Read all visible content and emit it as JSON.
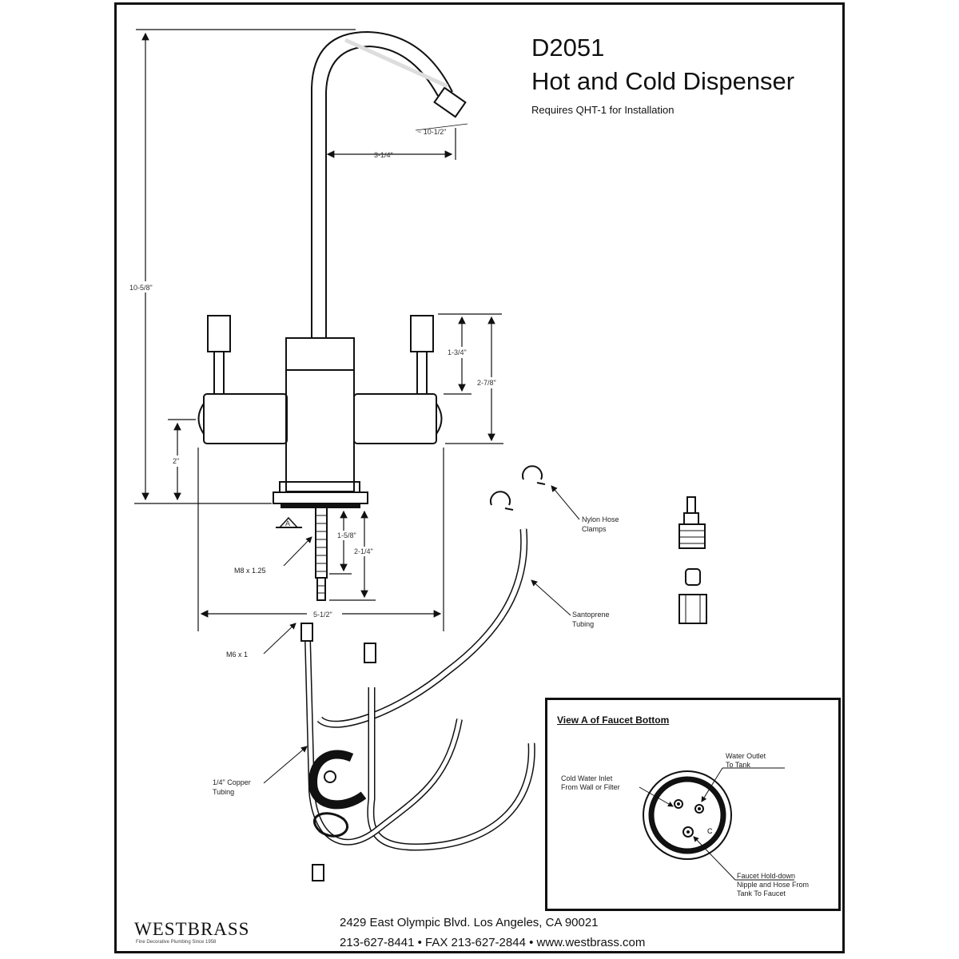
{
  "header": {
    "model": "D2051",
    "product_name": "Hot and Cold Dispenser",
    "requirement": "Requires QHT-1 for Installation"
  },
  "dimensions": {
    "overall_height": "10-5/8\"",
    "spout_reach": "3-1/4\"",
    "spout_angle": "~ 10-1/2\"",
    "handle_height": "1-3/4\"",
    "handle_top_to_arm": "2-7/8\"",
    "arm_height": "2\"",
    "shank_short": "1-5/8\"",
    "shank_long": "2-1/4\"",
    "handle_spread": "5-1/2\"",
    "view_marker": "A"
  },
  "callouts": {
    "thread_m8": "M8 x 1.25",
    "thread_m6": "M6 x 1",
    "hose_clamps": [
      "Nylon Hose",
      "Clamps"
    ],
    "tubing": [
      "Santoprene",
      "Tubing"
    ],
    "copper": [
      "1/4\" Copper",
      "Tubing"
    ]
  },
  "view_a": {
    "title": "View A of Faucet Bottom",
    "water_outlet": [
      "Water Outlet",
      "To Tank"
    ],
    "cold_inlet": [
      "Cold Water Inlet",
      "From Wall or Filter"
    ],
    "hold_down": [
      "Faucet Hold-down",
      "Nipple and Hose From",
      "Tank To Faucet"
    ],
    "port_label": "C"
  },
  "footer": {
    "brand": "WESTBRASS",
    "tagline": "Fine Decorative Plumbing Since 1958",
    "address": "2429 East Olympic Blvd. Los Angeles, CA  90021",
    "phones": "213-627-8441 • FAX 213-627-2844 • www.westbrass.com"
  },
  "colors": {
    "line": "#111111",
    "background": "#ffffff"
  }
}
